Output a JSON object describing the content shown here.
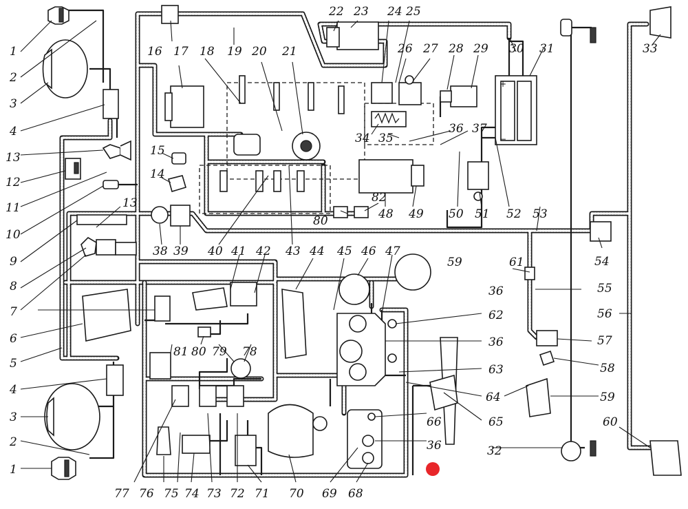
{
  "labels": [
    "1",
    "2",
    "3",
    "4",
    "13",
    "12",
    "11",
    "10",
    "9",
    "8",
    "7",
    "6",
    "5",
    "4",
    "3",
    "2",
    "1",
    "16",
    "17",
    "18",
    "19",
    "20",
    "21",
    "22",
    "23",
    "24",
    "25",
    "26",
    "27",
    "28",
    "29",
    "30",
    "31",
    "33",
    "15",
    "14",
    "13",
    "38",
    "39",
    "40",
    "41",
    "42",
    "43",
    "80",
    "82",
    "48",
    "49",
    "50",
    "51",
    "52",
    "53",
    "54",
    "34",
    "35",
    "36",
    "37",
    "44",
    "45",
    "46",
    "47",
    "59",
    "61",
    "55",
    "56",
    "57",
    "58",
    "64",
    "59",
    "36",
    "62",
    "36",
    "63",
    "65",
    "66",
    "36",
    "32",
    "60",
    "80",
    "81",
    "79",
    "78",
    "77",
    "76",
    "75",
    "74",
    "73",
    "72",
    "71",
    "70",
    "69",
    "68"
  ],
  "colors": {
    "ink": "#1a1a1a",
    "paper": "#ffffff",
    "marker": "#e8262a"
  },
  "marker": {
    "shape": "red-dot"
  }
}
